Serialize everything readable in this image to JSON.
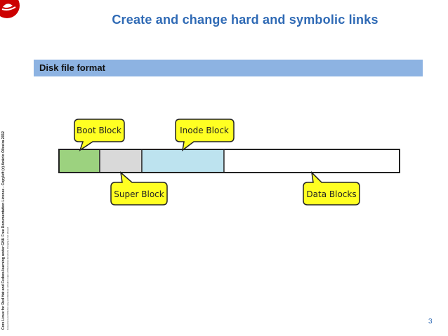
{
  "slide": {
    "title": "Create and change hard and symbolic links",
    "section_heading": "Disk file format",
    "page_number": "3",
    "side_text": {
      "line1": "Core Linux for Red Hat and Fedora learning under GNU Free Documentation License - Copyleft (c) Acácio Oliveira 2012",
      "line2": "Everyone is permitted to copy and distribute verbatim copies of this license document, changing is not allowed"
    }
  },
  "diagram": {
    "callouts": [
      {
        "label": "Boot Block"
      },
      {
        "label": "Inode Block"
      },
      {
        "label": "Super Block"
      },
      {
        "label": "Data Blocks"
      }
    ],
    "segment_colors": {
      "boot": "#9cd27f",
      "super": "#d9d9d9",
      "inode": "#bde3ef",
      "data": "#ffffff"
    },
    "callout_color": "#ffff22",
    "accent_color": "#2f6ab5",
    "bar_color": "#8db3e2"
  }
}
